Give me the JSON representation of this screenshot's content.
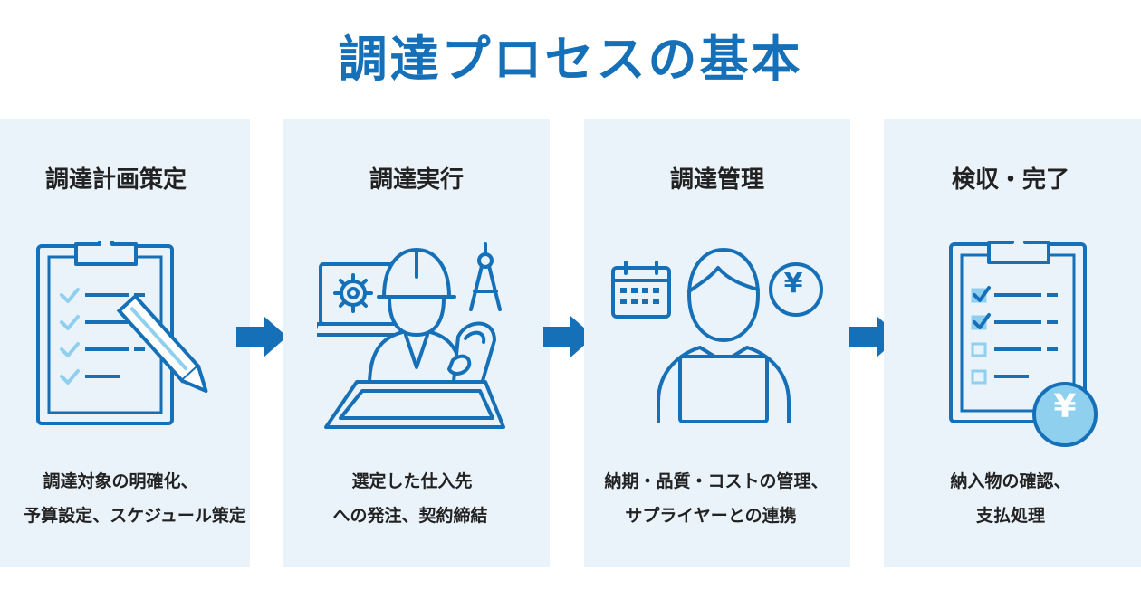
{
  "title": "調達プロセスの基本",
  "colors": {
    "primary": "#1670b8",
    "light": "#8fd0ef",
    "card_bg": "#eaf2fa",
    "text": "#222222"
  },
  "steps": [
    {
      "title": "調達計画策定",
      "desc_line1": "調達対象の明確化、",
      "desc_line2": "予算設定、スケジュール策定",
      "icon": "clipboard-checklist-pencil-icon"
    },
    {
      "title": "調達実行",
      "desc_line1": "選定した仕入先",
      "desc_line2": "への発注、契約締結",
      "icon": "engineer-blueprint-icon"
    },
    {
      "title": "調達管理",
      "desc_line1": "納期・品質・コストの管理、",
      "desc_line2": "サプライヤーとの連携",
      "icon": "manager-calendar-yen-icon"
    },
    {
      "title": "検収・完了",
      "desc_line1": "納入物の確認、",
      "desc_line2": "支払処理",
      "icon": "clipboard-yen-icon"
    }
  ],
  "yen_symbol": "¥"
}
